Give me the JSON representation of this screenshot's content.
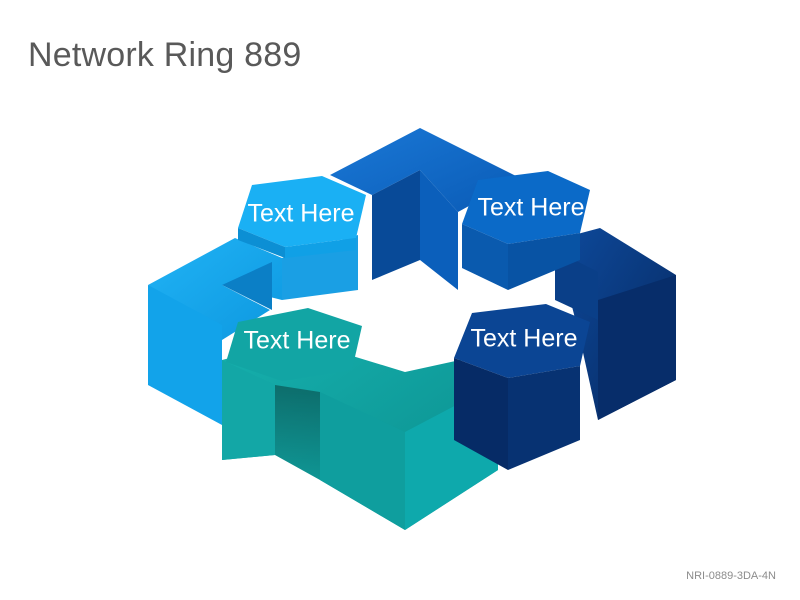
{
  "title": "Network Ring 889",
  "nodes": [
    {
      "label": "Text Here",
      "color": "#13a9f0"
    },
    {
      "label": "Text Here",
      "color": "#0a66c4"
    },
    {
      "label": "Text Here",
      "color": "#0b3f8e"
    },
    {
      "label": "Text Here",
      "color": "#11a6a4"
    }
  ],
  "footer_code": "NRI-0889-3DA-4N"
}
